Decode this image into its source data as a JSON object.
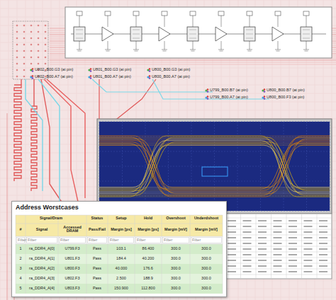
{
  "diagram": {
    "nodes": [
      {
        "text": [
          "Address Worstcases"
        ]
      }
    ],
    "labels": [
      "U802_B00.G3 (at pin)",
      "U802_B00.A7 (at pin)",
      "U801_B00.G3 (at pin)",
      "U801_B00.A7 (at pin)",
      "U800_B00.G3 (at pin)",
      "U800_B00.A7 (at pin)",
      "U799_B00.B7 (at pin)",
      "U799_B00.A7 (at pin)",
      "U800_B00.B7 (at pin)",
      "U800_B00.F3 (at pin)",
      "Signal/Dram",
      "Status",
      "Setup",
      "Hold",
      "Overshoot",
      "Underdshoot",
      "#",
      "Signal",
      "Accessed DRAM",
      "Pass/Fail",
      "Margin [ps]",
      "Margin [ps]",
      "Margin [mV]",
      "Margin [mV]",
      "Filter",
      "Filter",
      "Filter",
      "Filter",
      "Filter",
      "Filter",
      "Filter",
      "Filter",
      "1",
      "ra_DDR4_A[0]",
      "U799.F3",
      "Pass",
      "103.1",
      "86.400",
      "300.0",
      "300.0",
      "2",
      "ra_DDR4_A[1]",
      "U801.F3",
      "Pass",
      "184.4",
      "40.200",
      "300.0",
      "300.0",
      "3",
      "ra_DDR4_A[2]",
      "U800.F3",
      "Pass",
      "40.000",
      "176.6",
      "300.0",
      "300.0",
      "4",
      "ra_DDR4_A[3]",
      "U802.F3",
      "Pass",
      "2.500",
      "188.9",
      "300.0",
      "300.0",
      "5",
      "ra_DDR4_A[4]",
      "U803.F3",
      "Pass",
      "150.900",
      "112.800",
      "300.0",
      "300.0"
    ]
  }
}
